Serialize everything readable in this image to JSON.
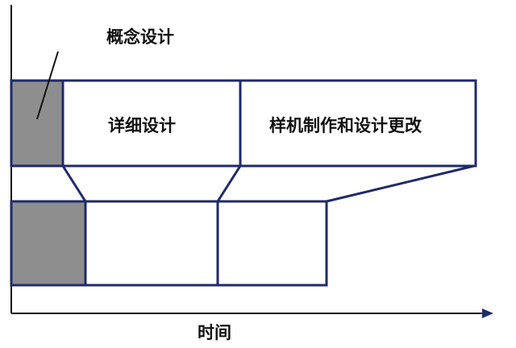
{
  "diagram": {
    "labels": {
      "concept_design": "概念设计",
      "detailed_design": "详细设计",
      "prototype_and_changes": "样机制作和设计更改",
      "time_axis": "时间"
    },
    "colors": {
      "frame_stroke": "#1f2a6b",
      "concept_fill": "#8e8e8e",
      "block_fill": "#ffffff",
      "axis": "#111111",
      "arrow_head": "#1f2a6b"
    }
  }
}
